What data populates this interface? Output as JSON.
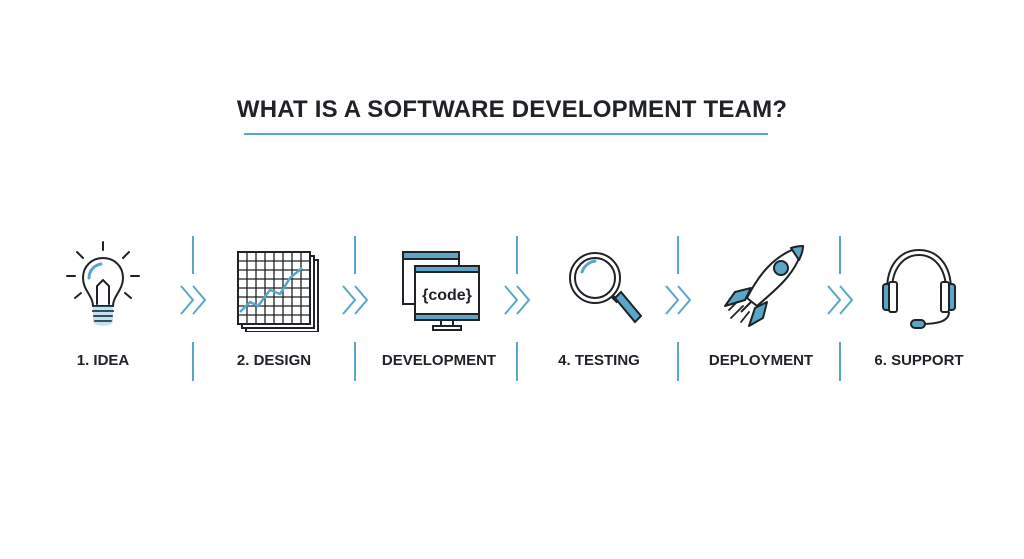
{
  "title": "WHAT IS A SOFTWARE DEVELOPMENT TEAM?",
  "colors": {
    "accent": "#5aa6c8",
    "ink": "#1f2226"
  },
  "steps": [
    {
      "label": "1. IDEA",
      "icon": "lightbulb-icon"
    },
    {
      "label": "2. DESIGN",
      "icon": "chart-sheets-icon"
    },
    {
      "label": "DEVELOPMENT",
      "icon": "code-monitor-icon",
      "code_text": "{code}"
    },
    {
      "label": "4. TESTING",
      "icon": "magnifier-icon"
    },
    {
      "label": "DEPLOYMENT",
      "icon": "rocket-icon"
    },
    {
      "label": "6. SUPPORT",
      "icon": "headset-icon"
    }
  ]
}
